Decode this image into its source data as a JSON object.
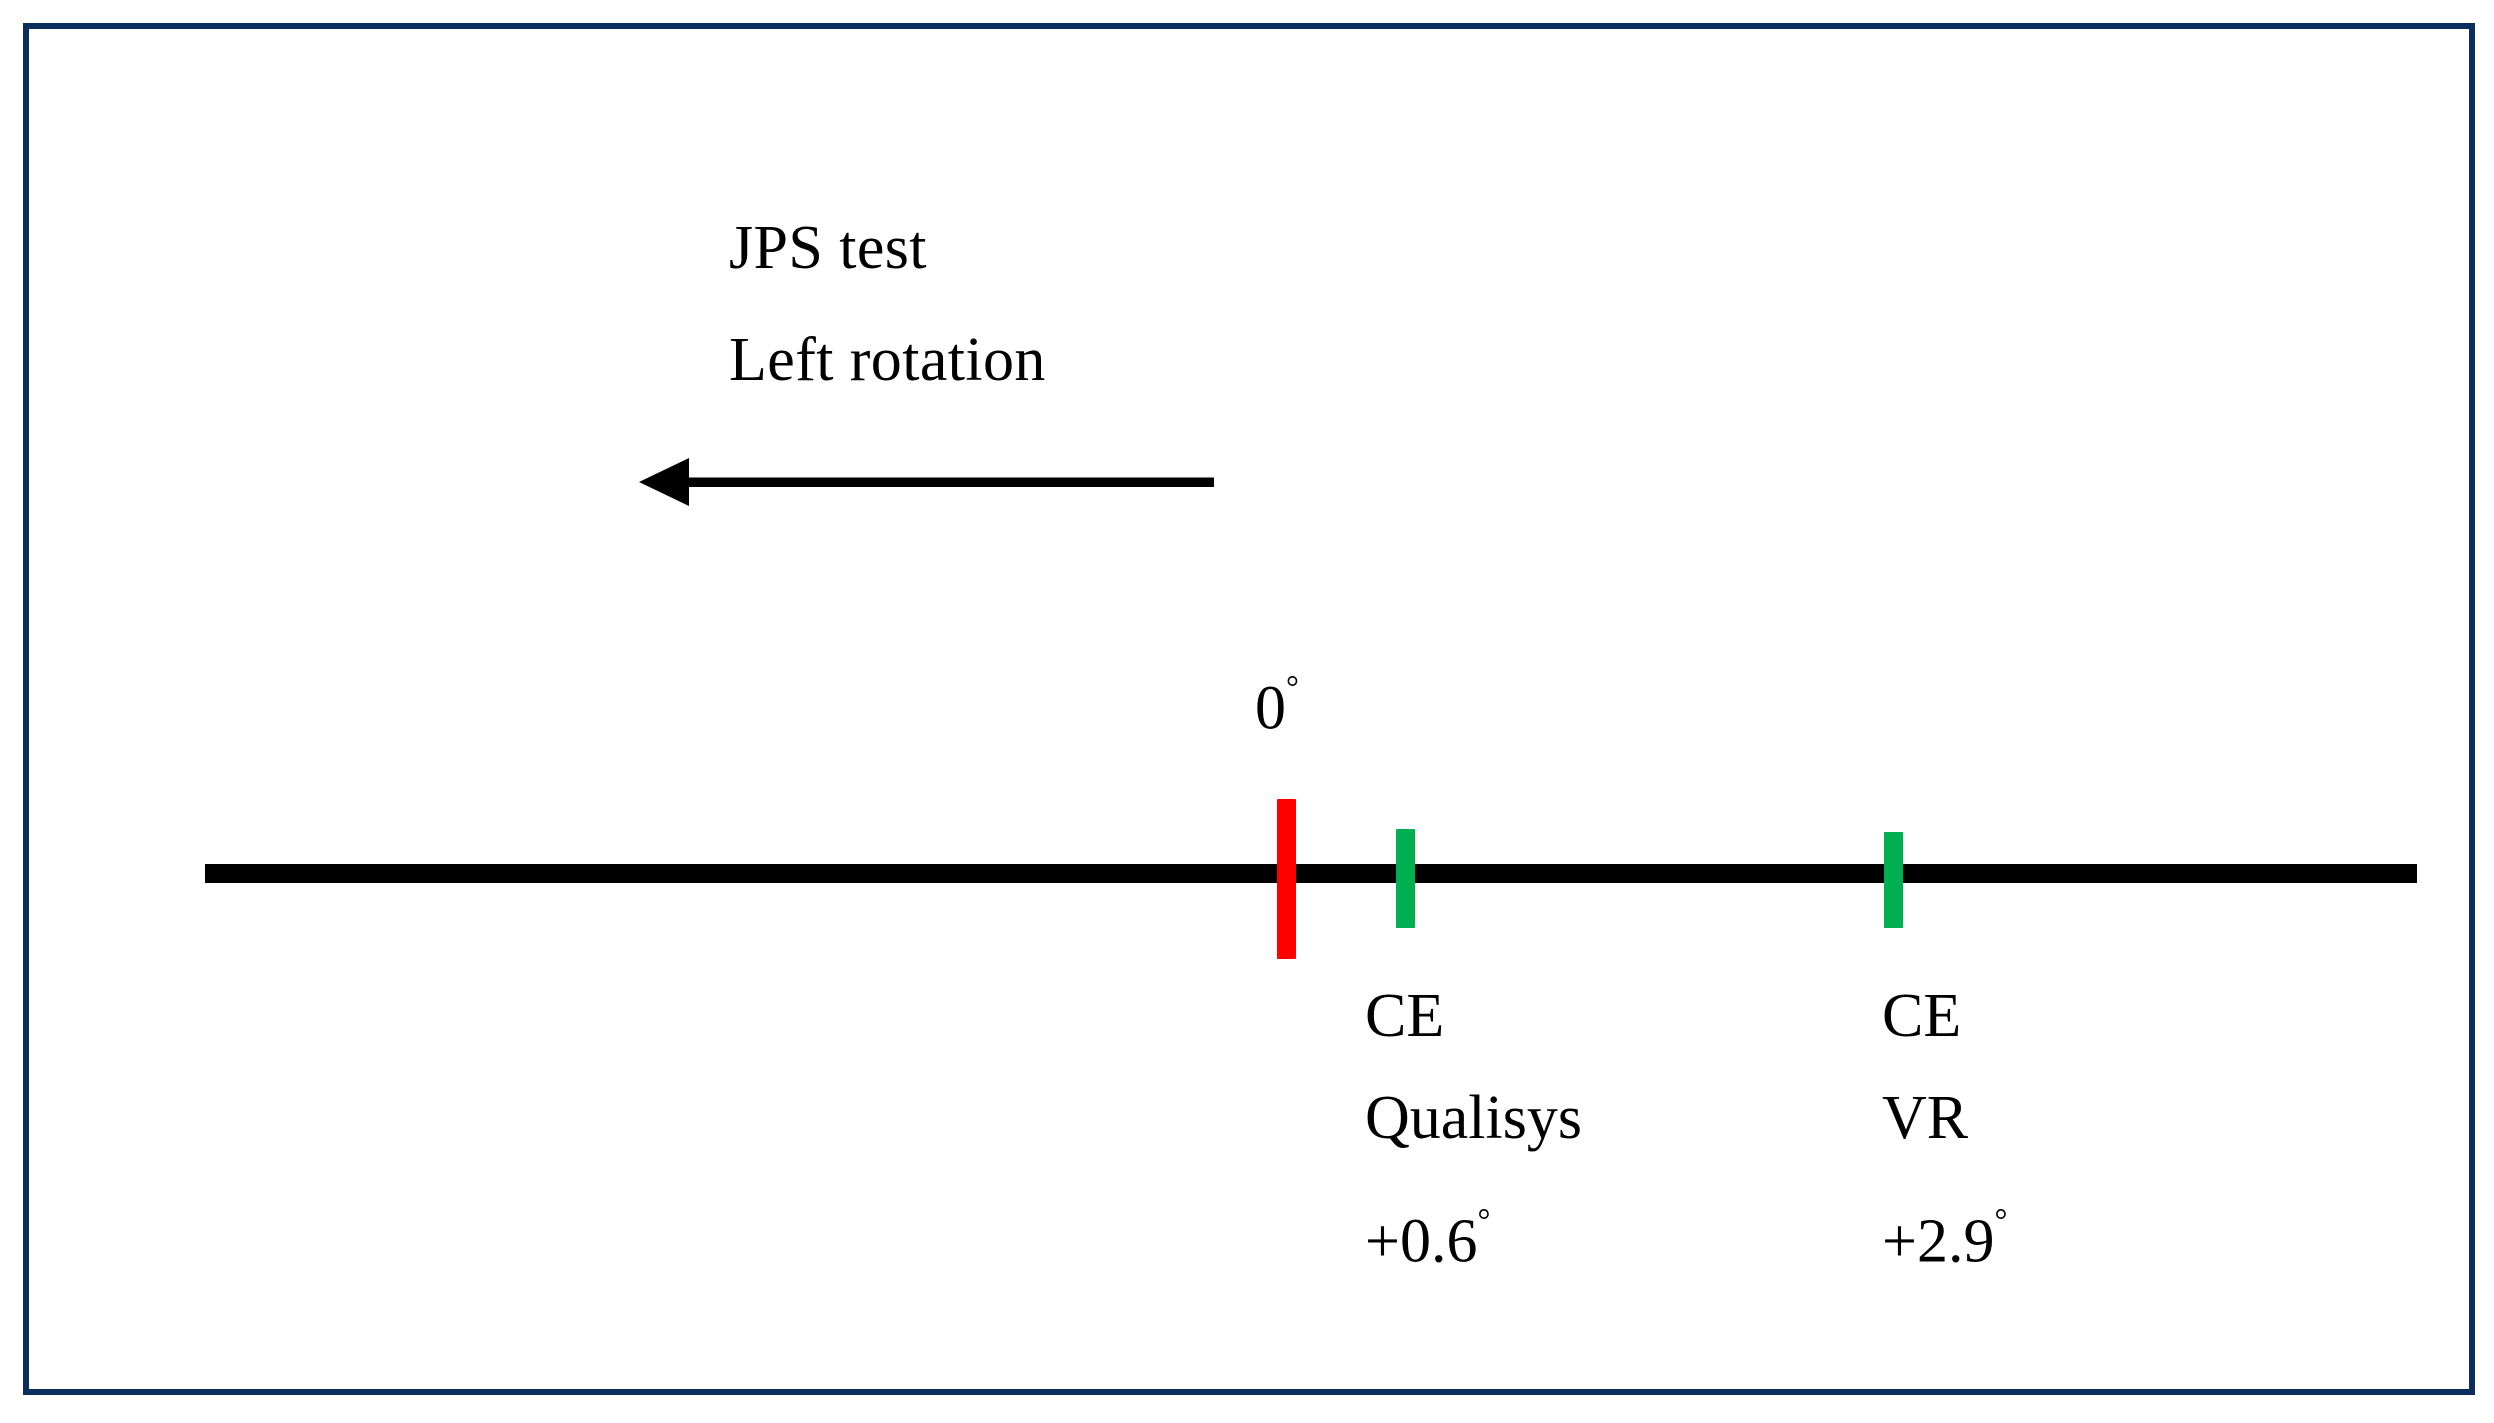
{
  "figure": {
    "border_color": "#0c2e5c",
    "background_color": "#ffffff"
  },
  "heading": {
    "line1": "JPS test",
    "line2": "Left rotation"
  },
  "arrow": {
    "name": "left-rotation-arrow",
    "direction": "left",
    "color": "#000000"
  },
  "axis": {
    "color": "#000000",
    "zero_label": "0",
    "degree_symbol": "°"
  },
  "ticks": [
    {
      "name": "zero-reference",
      "color": "#ff0000",
      "value": "0°"
    },
    {
      "name": "ce-qualisys",
      "color": "#00b050",
      "value": "+0.6°"
    },
    {
      "name": "ce-vr",
      "color": "#00b050",
      "value": "+2.9°"
    }
  ],
  "measurements": [
    {
      "name": "ce-qualisys",
      "line1": "CE",
      "line2": "Qualisys",
      "value": "+0.6",
      "degree_symbol": "°"
    },
    {
      "name": "ce-vr",
      "line1": "CE",
      "line2": "VR",
      "value": "+2.9",
      "degree_symbol": "°"
    }
  ],
  "chart_data": {
    "type": "scatter",
    "title": "JPS test — Left rotation",
    "xlabel": "",
    "ylabel": "",
    "axis_orientation": "horizontal number line",
    "reference_point": 0,
    "reference_label": "0°",
    "direction_of_rotation": "left",
    "grid": false,
    "legend": "none",
    "categories": [
      "0° reference",
      "CE Qualisys",
      "CE VR"
    ],
    "values": [
      0,
      0.6,
      2.9
    ],
    "units": "degrees",
    "markers": [
      {
        "label": "0°",
        "value": 0,
        "color": "#ff0000",
        "height": "tall"
      },
      {
        "label": "CE Qualisys +0.6°",
        "value": 0.6,
        "color": "#00b050",
        "height": "short"
      },
      {
        "label": "CE VR +2.9°",
        "value": 2.9,
        "color": "#00b050",
        "height": "short"
      }
    ],
    "annotations": [
      "JPS test",
      "Left rotation"
    ]
  }
}
